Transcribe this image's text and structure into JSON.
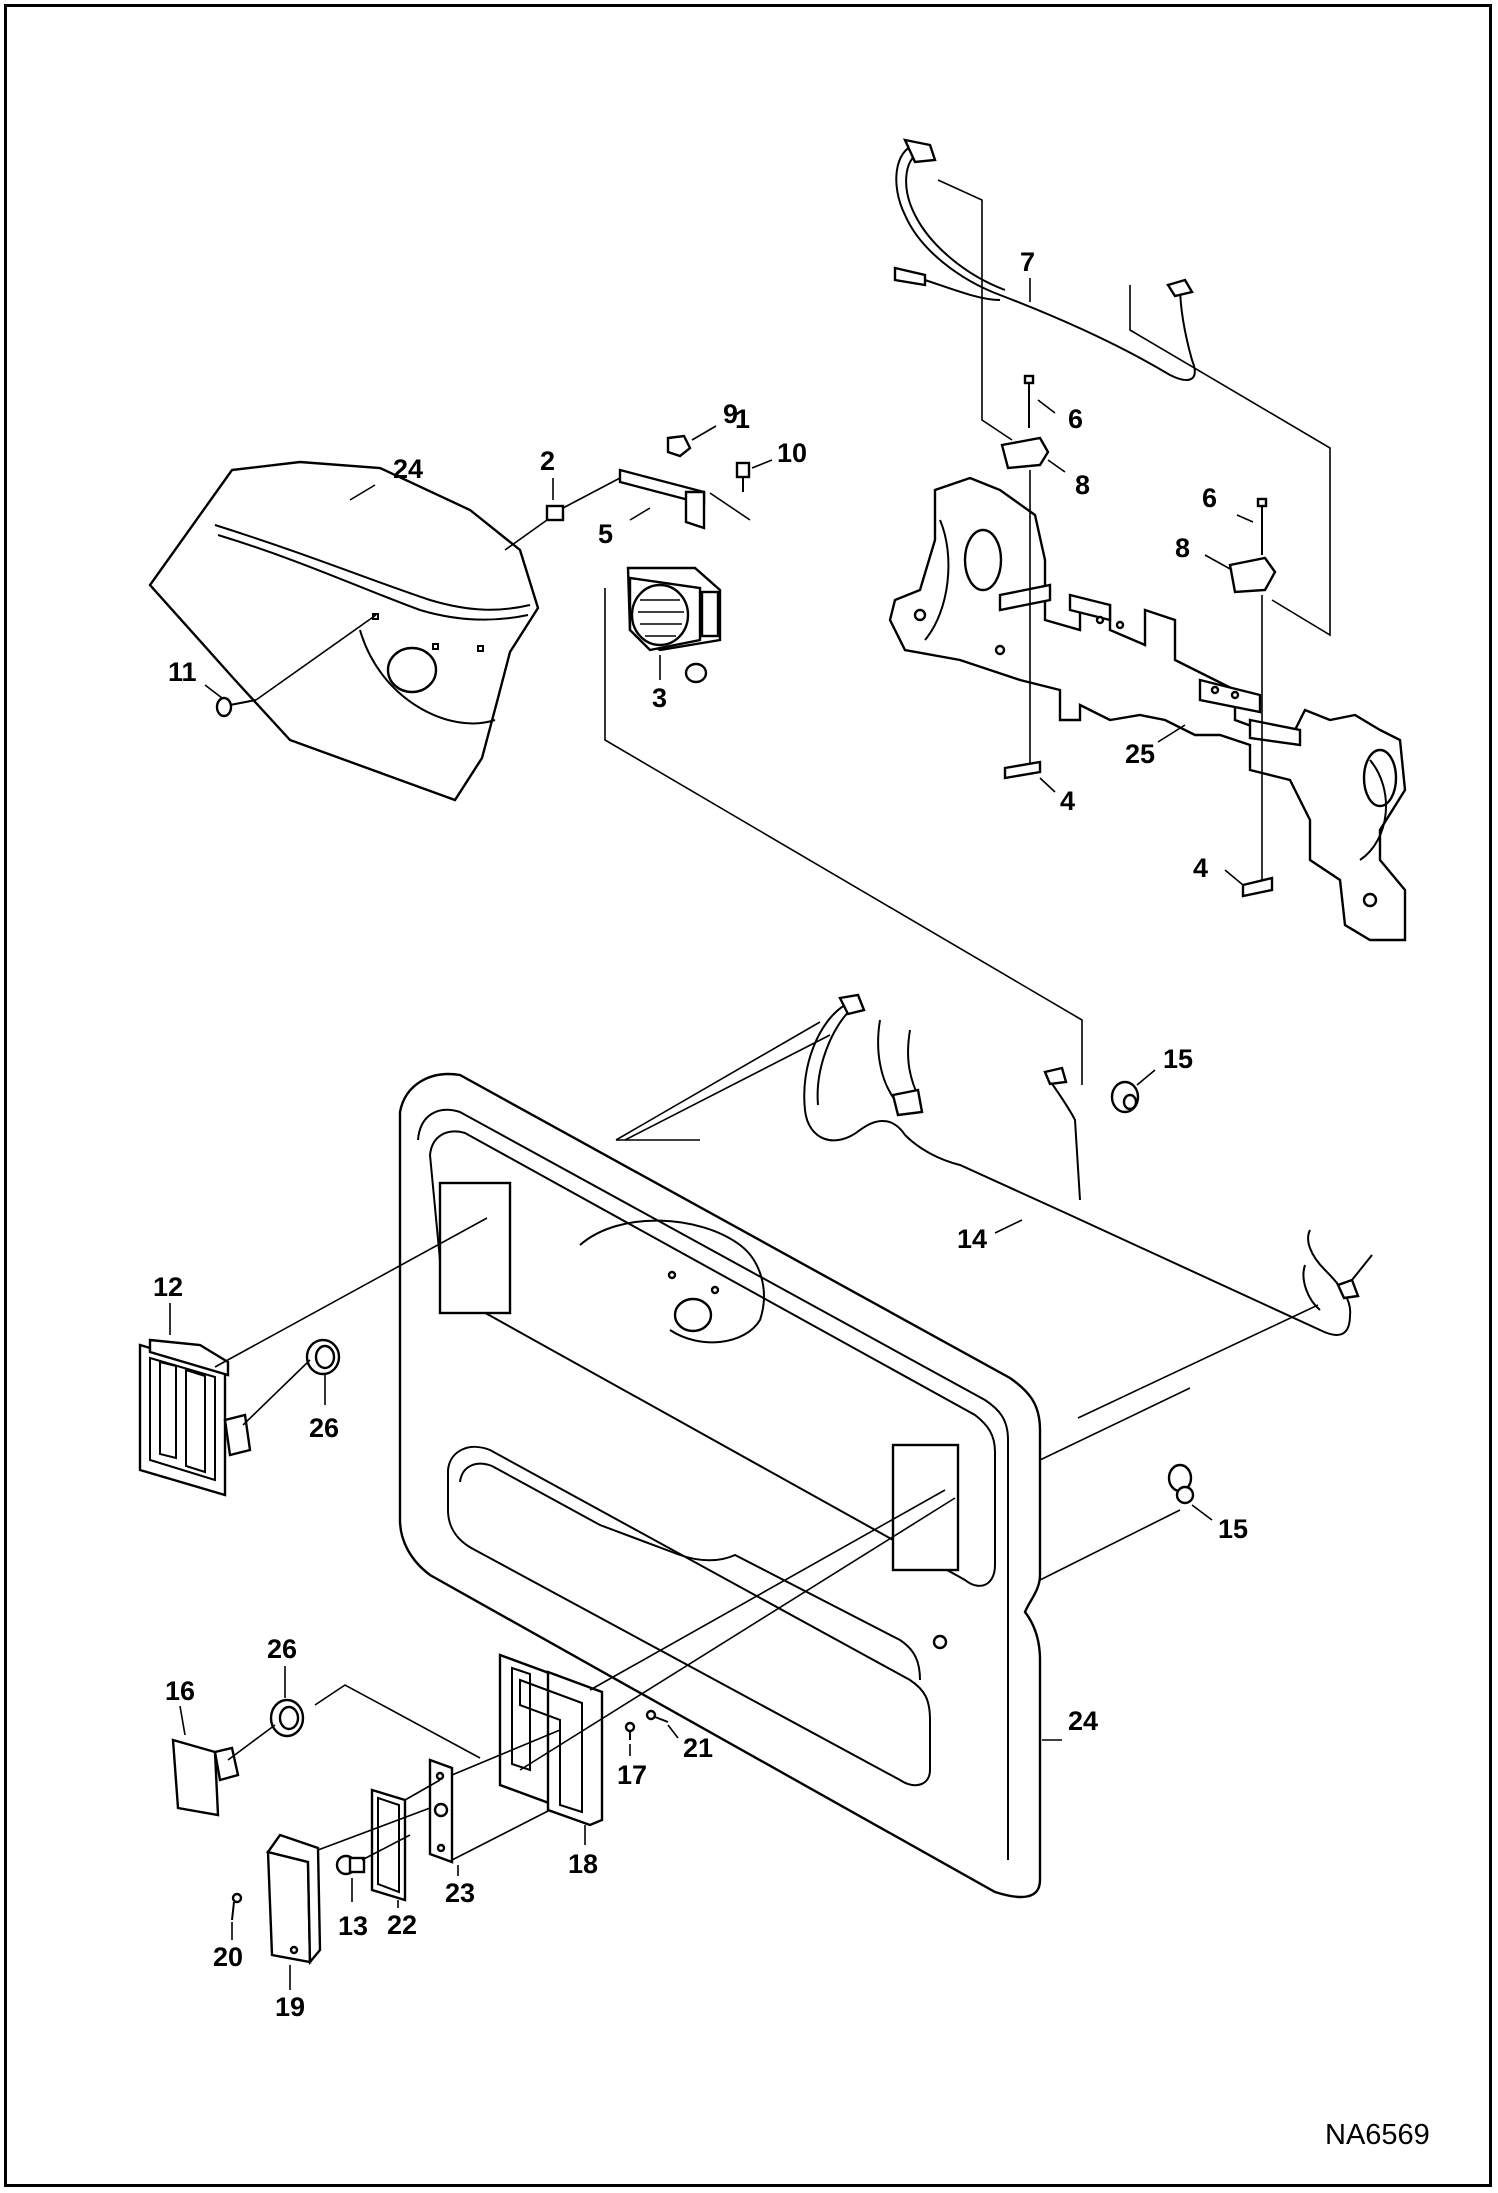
{
  "diagram": {
    "reference_code": "NA6569",
    "callouts": [
      {
        "id": "c1",
        "label": "1"
      },
      {
        "id": "c2",
        "label": "2"
      },
      {
        "id": "c3",
        "label": "3"
      },
      {
        "id": "c4a",
        "label": "4"
      },
      {
        "id": "c4b",
        "label": "4"
      },
      {
        "id": "c5",
        "label": "5"
      },
      {
        "id": "c6a",
        "label": "6"
      },
      {
        "id": "c6b",
        "label": "6"
      },
      {
        "id": "c7",
        "label": "7"
      },
      {
        "id": "c8a",
        "label": "8"
      },
      {
        "id": "c8b",
        "label": "8"
      },
      {
        "id": "c9",
        "label": "9"
      },
      {
        "id": "c10",
        "label": "10"
      },
      {
        "id": "c11",
        "label": "11"
      },
      {
        "id": "c12",
        "label": "12"
      },
      {
        "id": "c13",
        "label": "13"
      },
      {
        "id": "c14",
        "label": "14"
      },
      {
        "id": "c15a",
        "label": "15"
      },
      {
        "id": "c15b",
        "label": "15"
      },
      {
        "id": "c16",
        "label": "16"
      },
      {
        "id": "c17",
        "label": "17"
      },
      {
        "id": "c18",
        "label": "18"
      },
      {
        "id": "c19",
        "label": "19"
      },
      {
        "id": "c20",
        "label": "20"
      },
      {
        "id": "c21",
        "label": "21"
      },
      {
        "id": "c22",
        "label": "22"
      },
      {
        "id": "c23",
        "label": "23"
      },
      {
        "id": "c24a",
        "label": "24"
      },
      {
        "id": "c24b",
        "label": "24"
      },
      {
        "id": "c25",
        "label": "25"
      },
      {
        "id": "c26a",
        "label": "26"
      },
      {
        "id": "c26b",
        "label": "26"
      }
    ]
  }
}
